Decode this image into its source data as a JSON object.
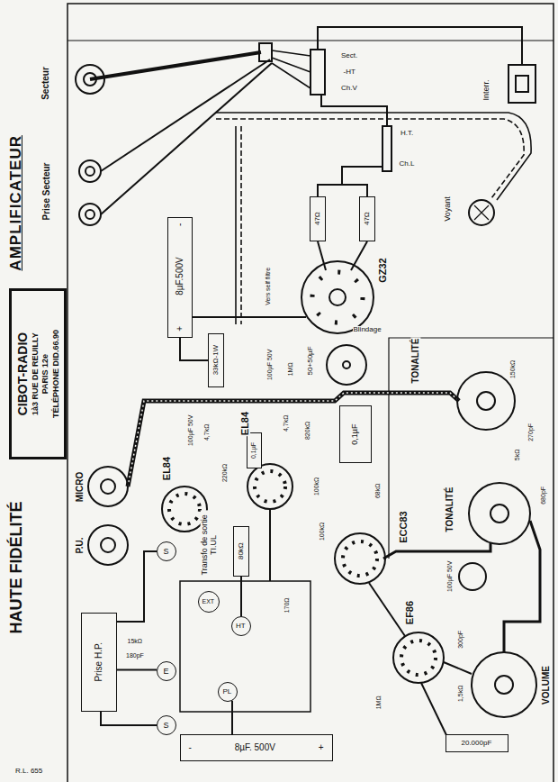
{
  "diagram": {
    "title": "AMPLIFICATEUR",
    "nodes": [
      {
        "text": [
          "CIBOT-RADIO",
          "1à3 RUE DE REUILLY",
          "PARIS 12e",
          "TÉLÉPHONE DID.66.90"
        ]
      },
      {
        "text": [
          "+",
          "8µF.500V",
          "-"
        ]
      },
      {
        "text": [
          "47Ω"
        ]
      },
      {
        "text": [
          "47Ω"
        ]
      },
      {
        "text": [
          "33kΩ-1W"
        ]
      },
      {
        "text": [
          "0,1µF"
        ]
      },
      {
        "text": [
          "0,1µF"
        ]
      },
      {
        "text": [
          "80kΩ"
        ]
      },
      {
        "text": [
          "20.000pF"
        ]
      },
      {
        "text": [
          "-",
          "8µF. 500V",
          "+"
        ]
      },
      {
        "text": [
          "Prise H.P."
        ]
      },
      {
        "text": [
          "S"
        ]
      },
      {
        "text": [
          "E"
        ]
      },
      {
        "text": [
          "S"
        ]
      },
      {
        "text": [
          "EXT"
        ]
      },
      {
        "text": [
          "HT"
        ]
      },
      {
        "text": [
          "PL"
        ]
      }
    ],
    "edges": [
      {
        "from": 2,
        "to": 3,
        "arrow": "none"
      },
      {
        "from": 11,
        "to": 10,
        "arrow": "none"
      },
      {
        "from": 12,
        "to": 10,
        "arrow": "none"
      },
      {
        "from": 13,
        "to": 10,
        "arrow": "none"
      },
      {
        "from": 1,
        "to": 4,
        "arrow": "none"
      },
      {
        "from": 7,
        "to": 15,
        "arrow": "none"
      },
      {
        "from": 16,
        "to": 9,
        "arrow": "none"
      }
    ],
    "labels": [
      "Secteur",
      "Prise Secteur",
      "Sect.",
      "-HT",
      "Ch.V",
      "Interr.",
      "H.T.",
      "Ch.L",
      "Voyant",
      "GZ32",
      "Vers self filtre",
      "Blindage",
      "100µF 50V",
      "1MΩ",
      "50+50µF",
      "TONALITÉ",
      "150kΩ",
      "270pF",
      "5kΩ",
      "680pF",
      "TONALITÉ",
      "100µF 50V",
      "4,7kΩ",
      "EL84",
      "220kΩ",
      "EL84",
      "4,7kΩ",
      "820kΩ",
      "100kΩ",
      "68kΩ",
      "100kΩ",
      "ECC83",
      "MICRO",
      "P.U.",
      "Transfo de sortie TI.UL",
      "15kΩ",
      "180pF",
      "170Ω",
      "100µF 50V",
      "EF86",
      "300pF",
      "1,5kΩ",
      "1MΩ",
      "VOLUME",
      "HAUTE FIDÉLITÉ",
      "R.L. 655"
    ]
  }
}
